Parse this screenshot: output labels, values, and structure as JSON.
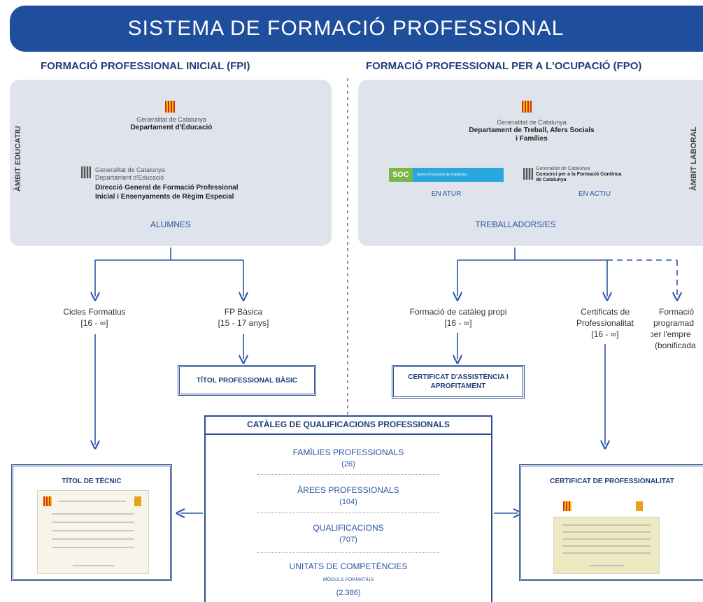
{
  "banner": {
    "title": "SISTEMA DE FORMACIÓ PROFESSIONAL"
  },
  "left": {
    "section_title": "FORMACIÓ PROFESSIONAL INICIAL (FPI)",
    "side_label": "ÀMBIT EDUCATIU",
    "logo1": {
      "org": "Generalitat de Catalunya",
      "dept": "Departament d'Educació"
    },
    "logo2": {
      "org": "Generalitat de Catalunya",
      "sub": "Departament d'Educació",
      "dept_line1": "Direcció General de Formació Professional",
      "dept_line2": "Inicial i Ensenyaments de Règim Especial"
    },
    "audience": "ALUMNES",
    "branch1": {
      "label": "Cicles Formatius",
      "range": "[16 - ∞]"
    },
    "branch2": {
      "label": "FP Bàsica",
      "range": "[15 - 17 anys]"
    },
    "box_basic": "TÍTOL PROFESSIONAL BÀSIC",
    "diploma_title": "TÍTOL DE TÈCNIC"
  },
  "right": {
    "section_title": "FORMACIÓ PROFESSIONAL PER A L'OCUPACIÓ (FPO)",
    "side_label": "ÀMBIT LABORAL",
    "logo1": {
      "org": "Generalitat de Catalunya",
      "dept_line1": "Departament de Treball, Afers Socials",
      "dept_line2": "i Famílies"
    },
    "soc": {
      "name": "SOC",
      "tag": "Servei d'Ocupació de Catalunya",
      "status": "EN ATUR"
    },
    "consorci": {
      "org": "Generalitat de Catalunya",
      "line1": "Consorci per a la Formació Contínua",
      "line2": "de Catalunya",
      "status": "EN ACTIU"
    },
    "audience": "TREBALLADORS/ES",
    "branch1": {
      "label": "Formació de catàleg propi",
      "range": "[16 - ∞]"
    },
    "branch2": {
      "label1": "Certificats de",
      "label2": "Professionalitat",
      "range": "[16 - ∞]"
    },
    "branch3": {
      "label1": "Formació",
      "label2": "programad",
      "label3": "per l'empre",
      "label4": "(bonificada"
    },
    "box_assist": {
      "line1": "CERTIFICAT D'ASSISTÈNCIA I",
      "line2": "APROFITAMENT"
    },
    "diploma_title": "CERTIFICAT DE PROFESSIONALITAT"
  },
  "catalog": {
    "title": "CATÀLEG DE QUALIFICACIONS PROFESSIONALS",
    "items": [
      {
        "label": "FAMÍLIES PROFESSIONALS",
        "count": "(26)"
      },
      {
        "label": "ÀREES PROFESSIONALS",
        "count": "(104)"
      },
      {
        "label": "QUALIFICACIONS",
        "count": "(707)"
      },
      {
        "label": "UNITATS DE COMPETÈNCIES",
        "sub": "MÒDULS FORMATIUS",
        "count": "(2.386)"
      }
    ]
  },
  "colors": {
    "banner": "#1f4e9c",
    "accent": "#2a56a8",
    "panel": "#dfe3ec",
    "box_border": "#2a4f8f"
  }
}
